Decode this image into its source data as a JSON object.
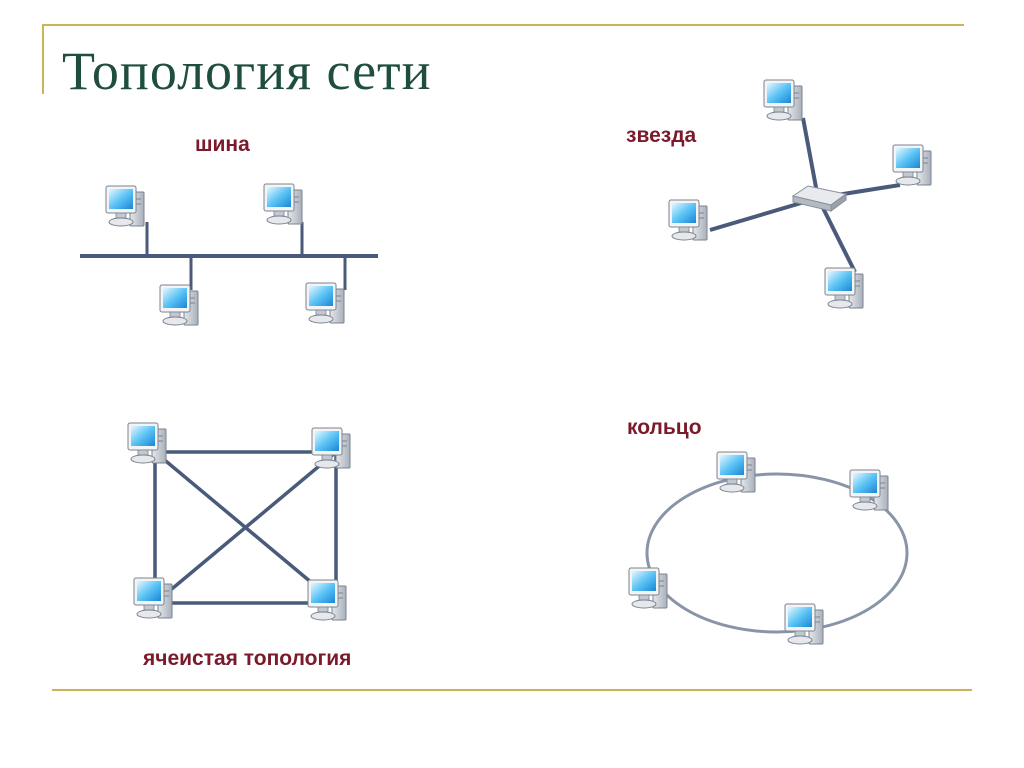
{
  "slide": {
    "title": "Топология сети",
    "accent_color": "#c9b458",
    "title_color": "#1f4e3d",
    "label_color": "#7a1a2a",
    "line_color": "#4a5a7a",
    "ring_color": "#8a94a8"
  },
  "topologies": {
    "bus": {
      "label": "шина",
      "icon": "computer-icon",
      "node_count": 4
    },
    "star": {
      "label": "звезда",
      "icon": "computer-icon",
      "hub_icon": "switch-icon",
      "node_count": 4
    },
    "mesh": {
      "label": "ячеистая топология",
      "icon": "computer-icon",
      "node_count": 4
    },
    "ring": {
      "label": "кольцо",
      "icon": "computer-icon",
      "node_count": 4
    }
  }
}
